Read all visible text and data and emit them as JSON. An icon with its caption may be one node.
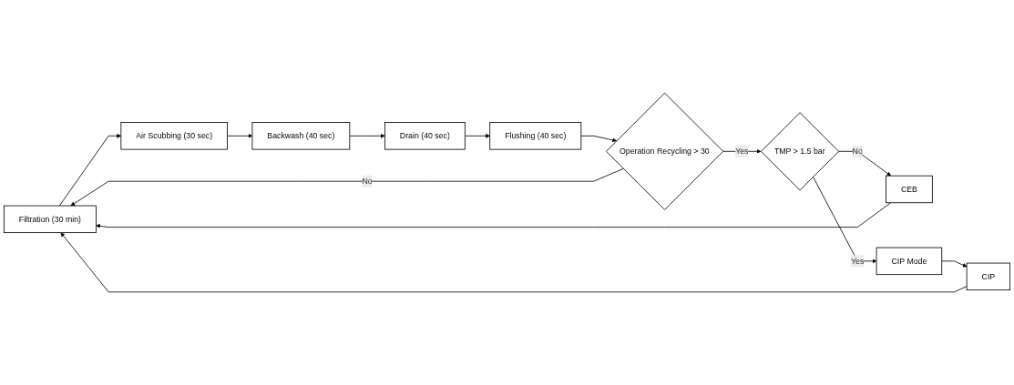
{
  "diagram": {
    "nodes": [
      {
        "text": [
          "Filtration (30 min)"
        ]
      },
      {
        "text": [
          "Air Scubbing (30 sec)"
        ]
      },
      {
        "text": [
          "Backwash (40 sec)"
        ]
      },
      {
        "text": [
          "Drain (40 sec)"
        ]
      },
      {
        "text": [
          "Flushing (40 sec)"
        ]
      },
      {
        "text": [
          "Operation Recycling > 30"
        ]
      },
      {
        "text": [
          "CEB"
        ]
      },
      {
        "text": [
          "TMP > 1.5 bar"
        ]
      },
      {
        "text": [
          "CIP"
        ]
      },
      {
        "text": [
          "CIP Mode"
        ]
      }
    ],
    "edges": [
      {
        "from": 0,
        "to": 1,
        "arrow": "to"
      },
      {
        "from": 1,
        "to": 2,
        "arrow": "to"
      },
      {
        "from": 2,
        "to": 3,
        "arrow": "to"
      },
      {
        "from": 3,
        "to": 4,
        "arrow": "to"
      },
      {
        "from": 4,
        "to": 5,
        "arrow": "to"
      },
      {
        "from": 5,
        "to": 0,
        "label": "No",
        "arrow": "to"
      },
      {
        "from": 5,
        "to": 7,
        "label": "Yes",
        "arrow": "to"
      },
      {
        "from": 7,
        "to": 6,
        "label": "No",
        "arrow": "to"
      },
      {
        "from": 7,
        "to": 9,
        "label": "Yes",
        "arrow": "to"
      },
      {
        "from": 9,
        "to": 8,
        "arrow": "to"
      },
      {
        "from": 6,
        "to": 0,
        "arrow": "to"
      },
      {
        "from": 8,
        "to": 0,
        "arrow": "to"
      }
    ]
  }
}
